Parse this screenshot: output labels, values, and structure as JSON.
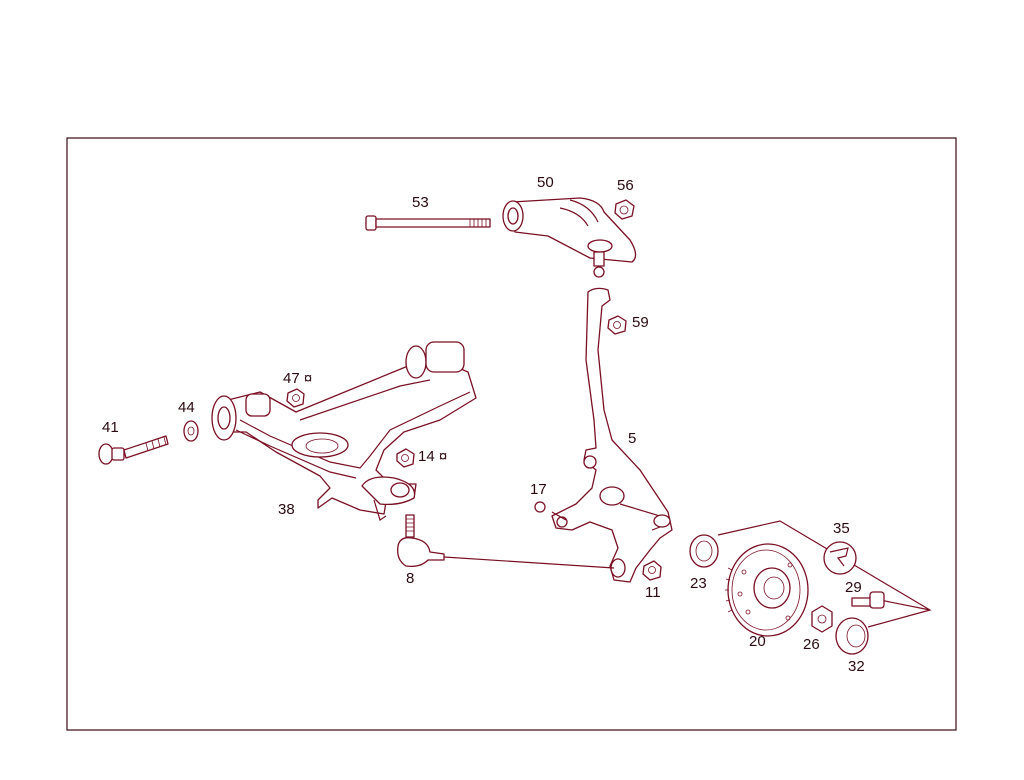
{
  "callouts": [
    {
      "id": "53",
      "text": "53"
    },
    {
      "id": "50",
      "text": "50"
    },
    {
      "id": "56",
      "text": "56"
    },
    {
      "id": "59",
      "text": "59"
    },
    {
      "id": "47",
      "text": "47 ¤"
    },
    {
      "id": "44",
      "text": "44"
    },
    {
      "id": "41",
      "text": "41"
    },
    {
      "id": "5",
      "text": "5"
    },
    {
      "id": "14",
      "text": "14 ¤"
    },
    {
      "id": "17",
      "text": "17"
    },
    {
      "id": "38",
      "text": "38"
    },
    {
      "id": "35",
      "text": "35"
    },
    {
      "id": "8",
      "text": "8"
    },
    {
      "id": "23",
      "text": "23"
    },
    {
      "id": "11",
      "text": "11"
    },
    {
      "id": "29",
      "text": "29"
    },
    {
      "id": "20",
      "text": "20"
    },
    {
      "id": "26",
      "text": "26"
    },
    {
      "id": "32",
      "text": "32"
    }
  ],
  "colors": {
    "line": "#7a0f22",
    "frame": "#3a0a14",
    "text": "#2a0a10"
  }
}
